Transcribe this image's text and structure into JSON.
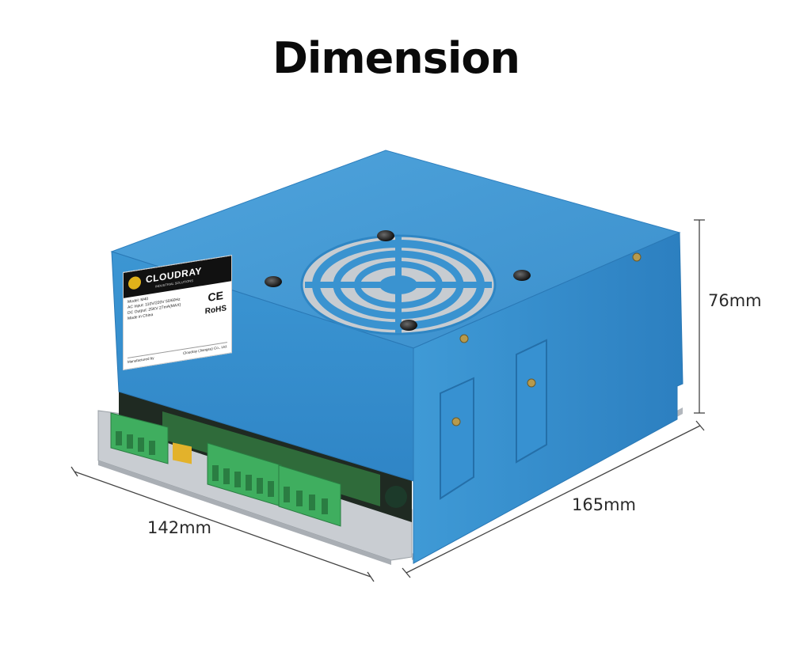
{
  "title": "Dimension",
  "dimensions": {
    "height": "76mm",
    "width": "142mm",
    "depth": "165mm"
  },
  "label": {
    "brand": "Cloudray",
    "brand_sub": "INDUSTRIAL SOLUTIONS",
    "model_key": "Model:",
    "model_value": "M40",
    "ac_key": "AC Input:",
    "ac_value": "110V/220V 50/60Hz",
    "dc_key": "DC Output:",
    "dc_value": "25KV 27mA(MAX)",
    "made_in": "Made in China",
    "ce_mark": "CE",
    "rohs_mark": "RoHS",
    "manufactured_by_key": "Manufactured by",
    "manufactured_by_value": "Cloudray (Jiangsu) Co., Ltd."
  },
  "colors": {
    "housing": "#3a93d0",
    "housing_dark": "#2a78b5",
    "terminal": "#3fae5f",
    "baseplate": "#c9cdd2"
  }
}
